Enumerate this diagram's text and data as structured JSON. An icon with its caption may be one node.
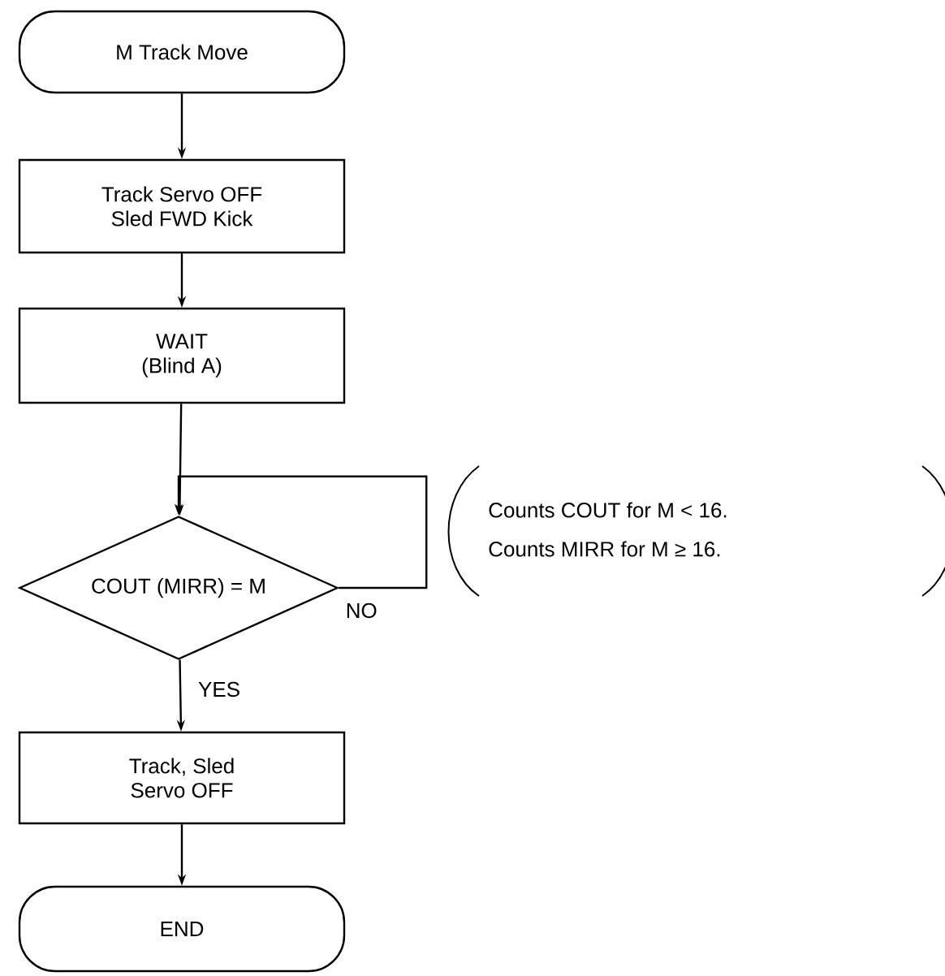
{
  "diagram": {
    "nodes": [
      {
        "text": [
          "M Track Move"
        ]
      },
      {
        "text": [
          "Track Servo OFF Sled FWD Kick"
        ]
      },
      {
        "text": [
          "WAIT (Blind A)"
        ]
      },
      {
        "text": [
          "COUT (MIRR) = M"
        ]
      },
      {
        "text": [
          "Track, Sled Servo OFF"
        ]
      },
      {
        "text": [
          "END"
        ]
      }
    ],
    "edges": [
      {
        "from": 0,
        "to": 1,
        "arrow": "to"
      },
      {
        "from": 1,
        "to": 2,
        "arrow": "to"
      },
      {
        "from": 2,
        "to": 3,
        "arrow": "to"
      },
      {
        "from": 3,
        "to": 3,
        "arrow": "to",
        "label": "NO"
      },
      {
        "from": 3,
        "to": 4,
        "arrow": "to",
        "label": "YES"
      },
      {
        "from": 4,
        "to": 5,
        "arrow": "to"
      }
    ],
    "labels": [
      "Counts COUT for M < 16.",
      "Counts MIRR for M ≥ 16."
    ]
  }
}
